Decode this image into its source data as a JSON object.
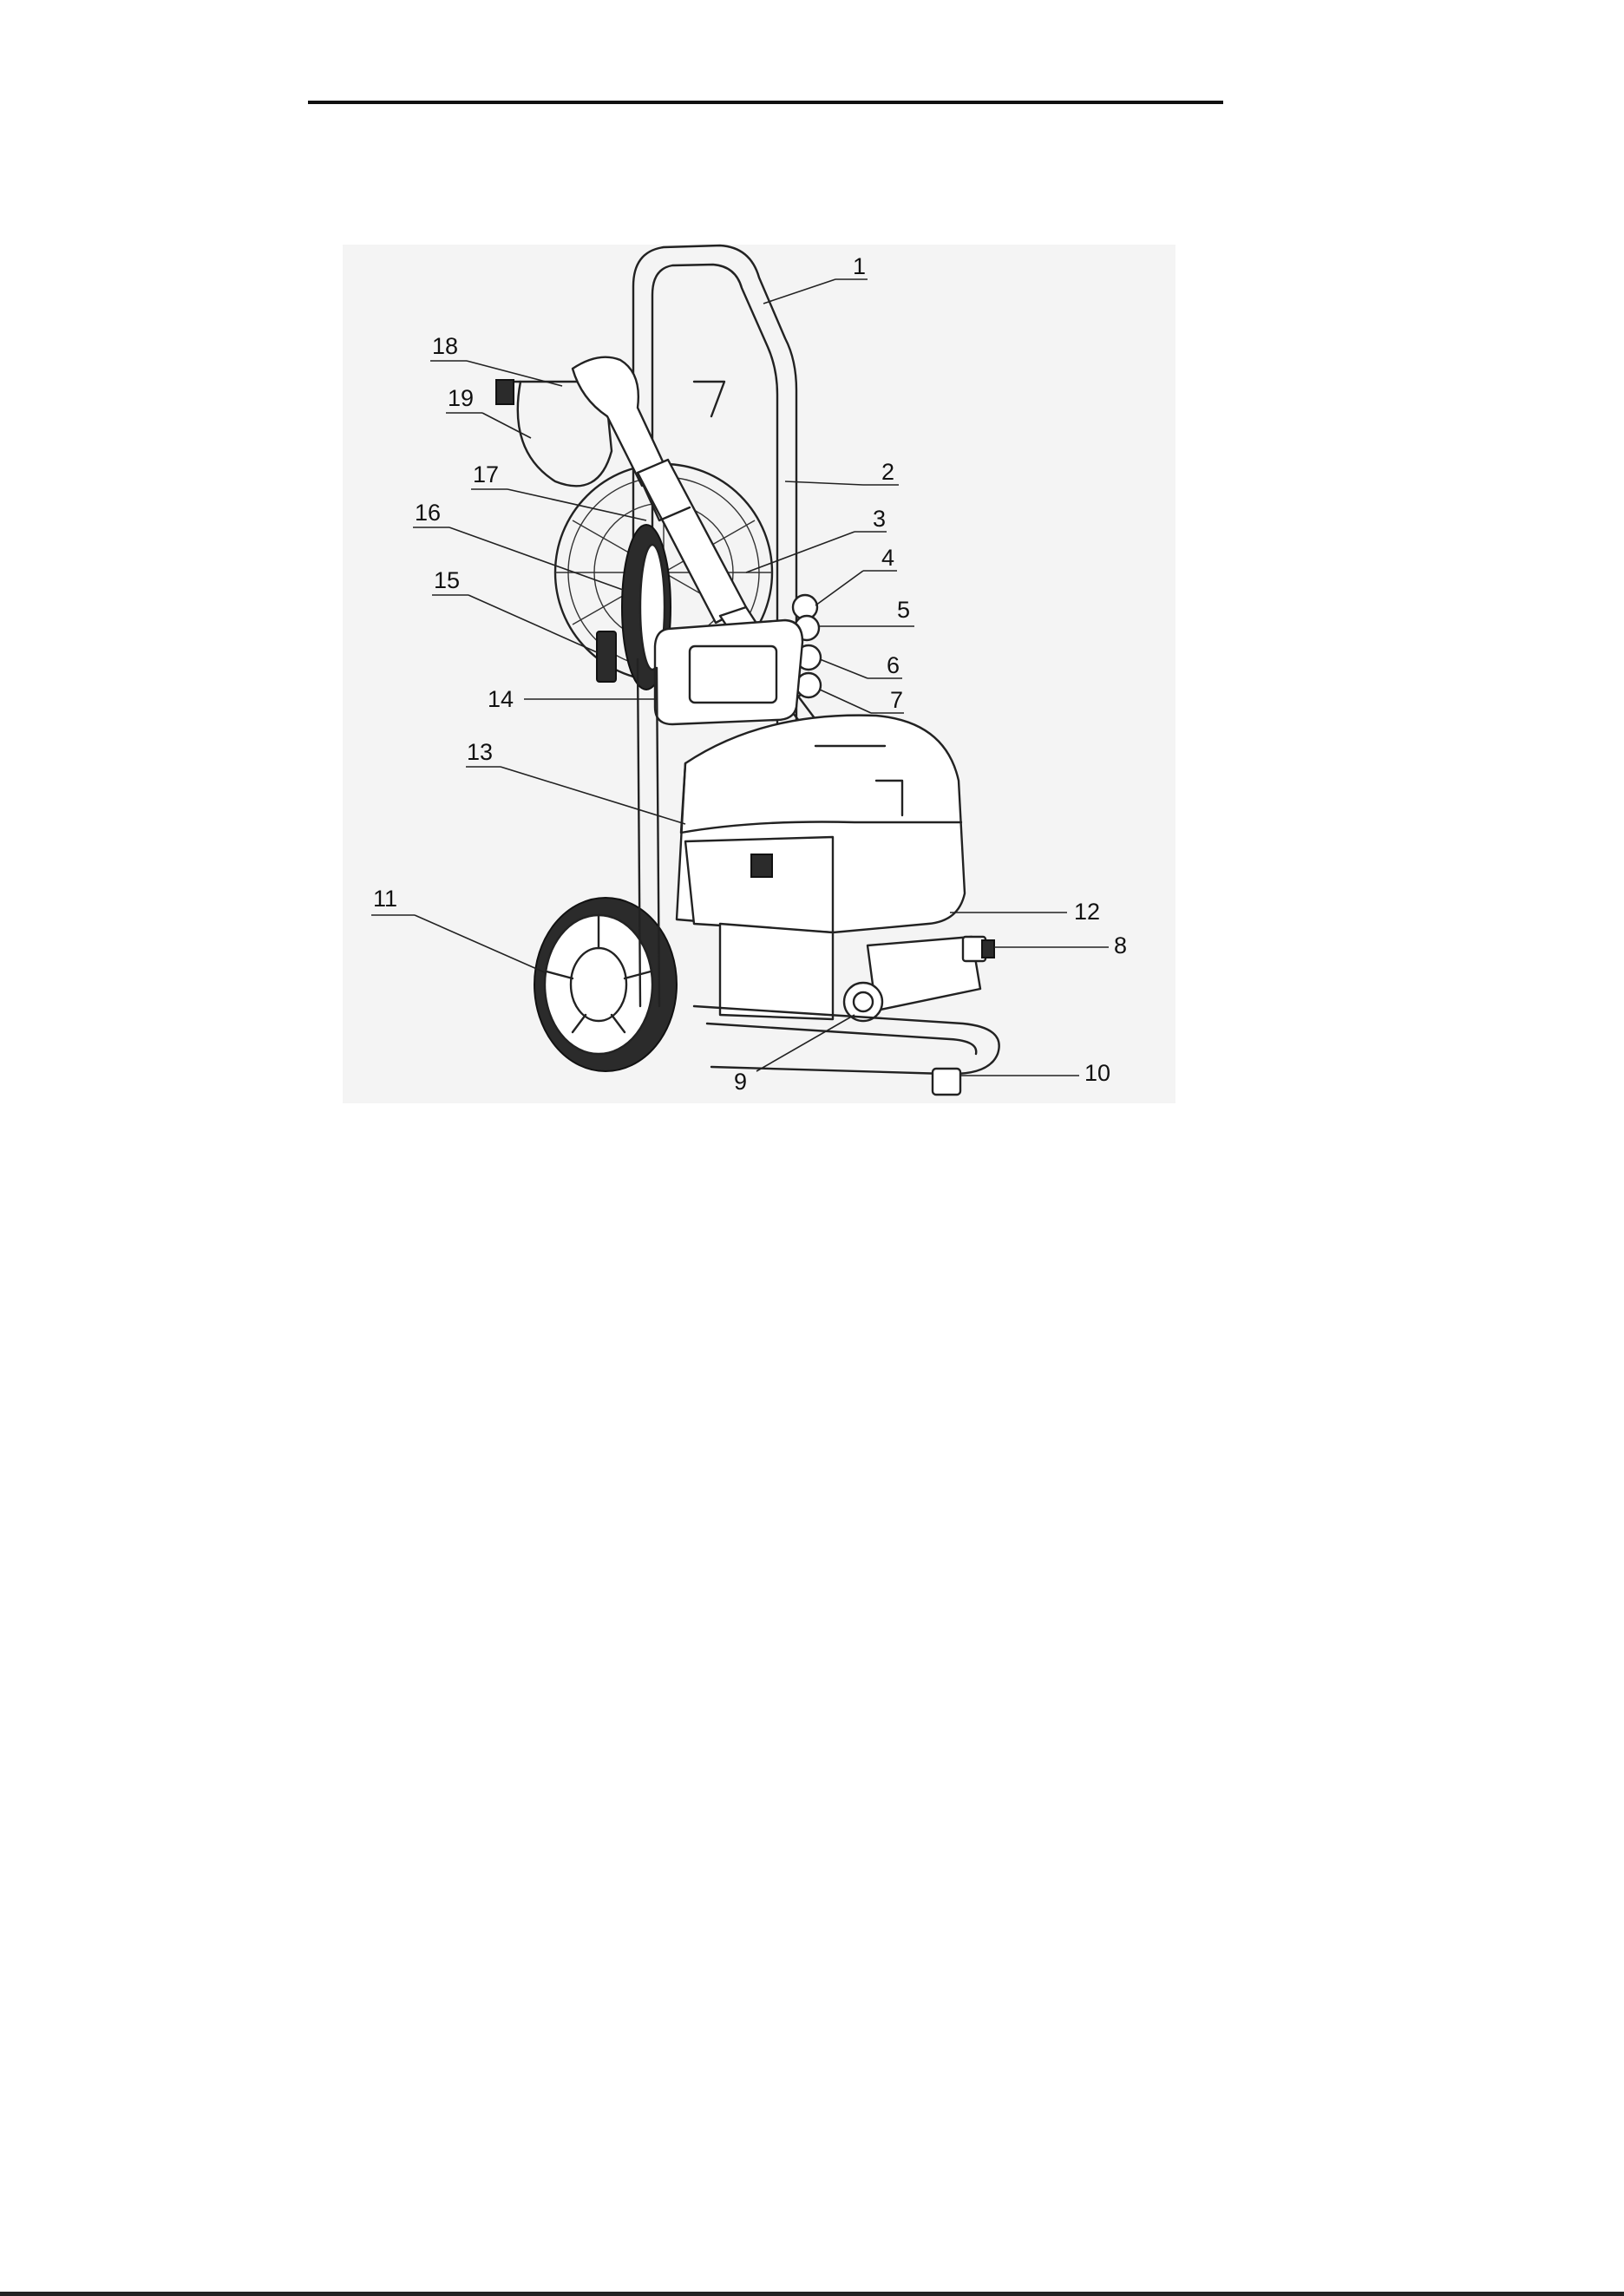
{
  "figure": {
    "callouts": [
      {
        "id": "1",
        "text": "1"
      },
      {
        "id": "2",
        "text": "2"
      },
      {
        "id": "3",
        "text": "3"
      },
      {
        "id": "4",
        "text": "4"
      },
      {
        "id": "5",
        "text": "5"
      },
      {
        "id": "6",
        "text": "6"
      },
      {
        "id": "7",
        "text": "7"
      },
      {
        "id": "8",
        "text": "8"
      },
      {
        "id": "9",
        "text": "9"
      },
      {
        "id": "10",
        "text": "10"
      },
      {
        "id": "11",
        "text": "11"
      },
      {
        "id": "12",
        "text": "12"
      },
      {
        "id": "13",
        "text": "13"
      },
      {
        "id": "14",
        "text": "14"
      },
      {
        "id": "15",
        "text": "15"
      },
      {
        "id": "16",
        "text": "16"
      },
      {
        "id": "17",
        "text": "17"
      },
      {
        "id": "18",
        "text": "18"
      },
      {
        "id": "19",
        "text": "19"
      }
    ]
  }
}
